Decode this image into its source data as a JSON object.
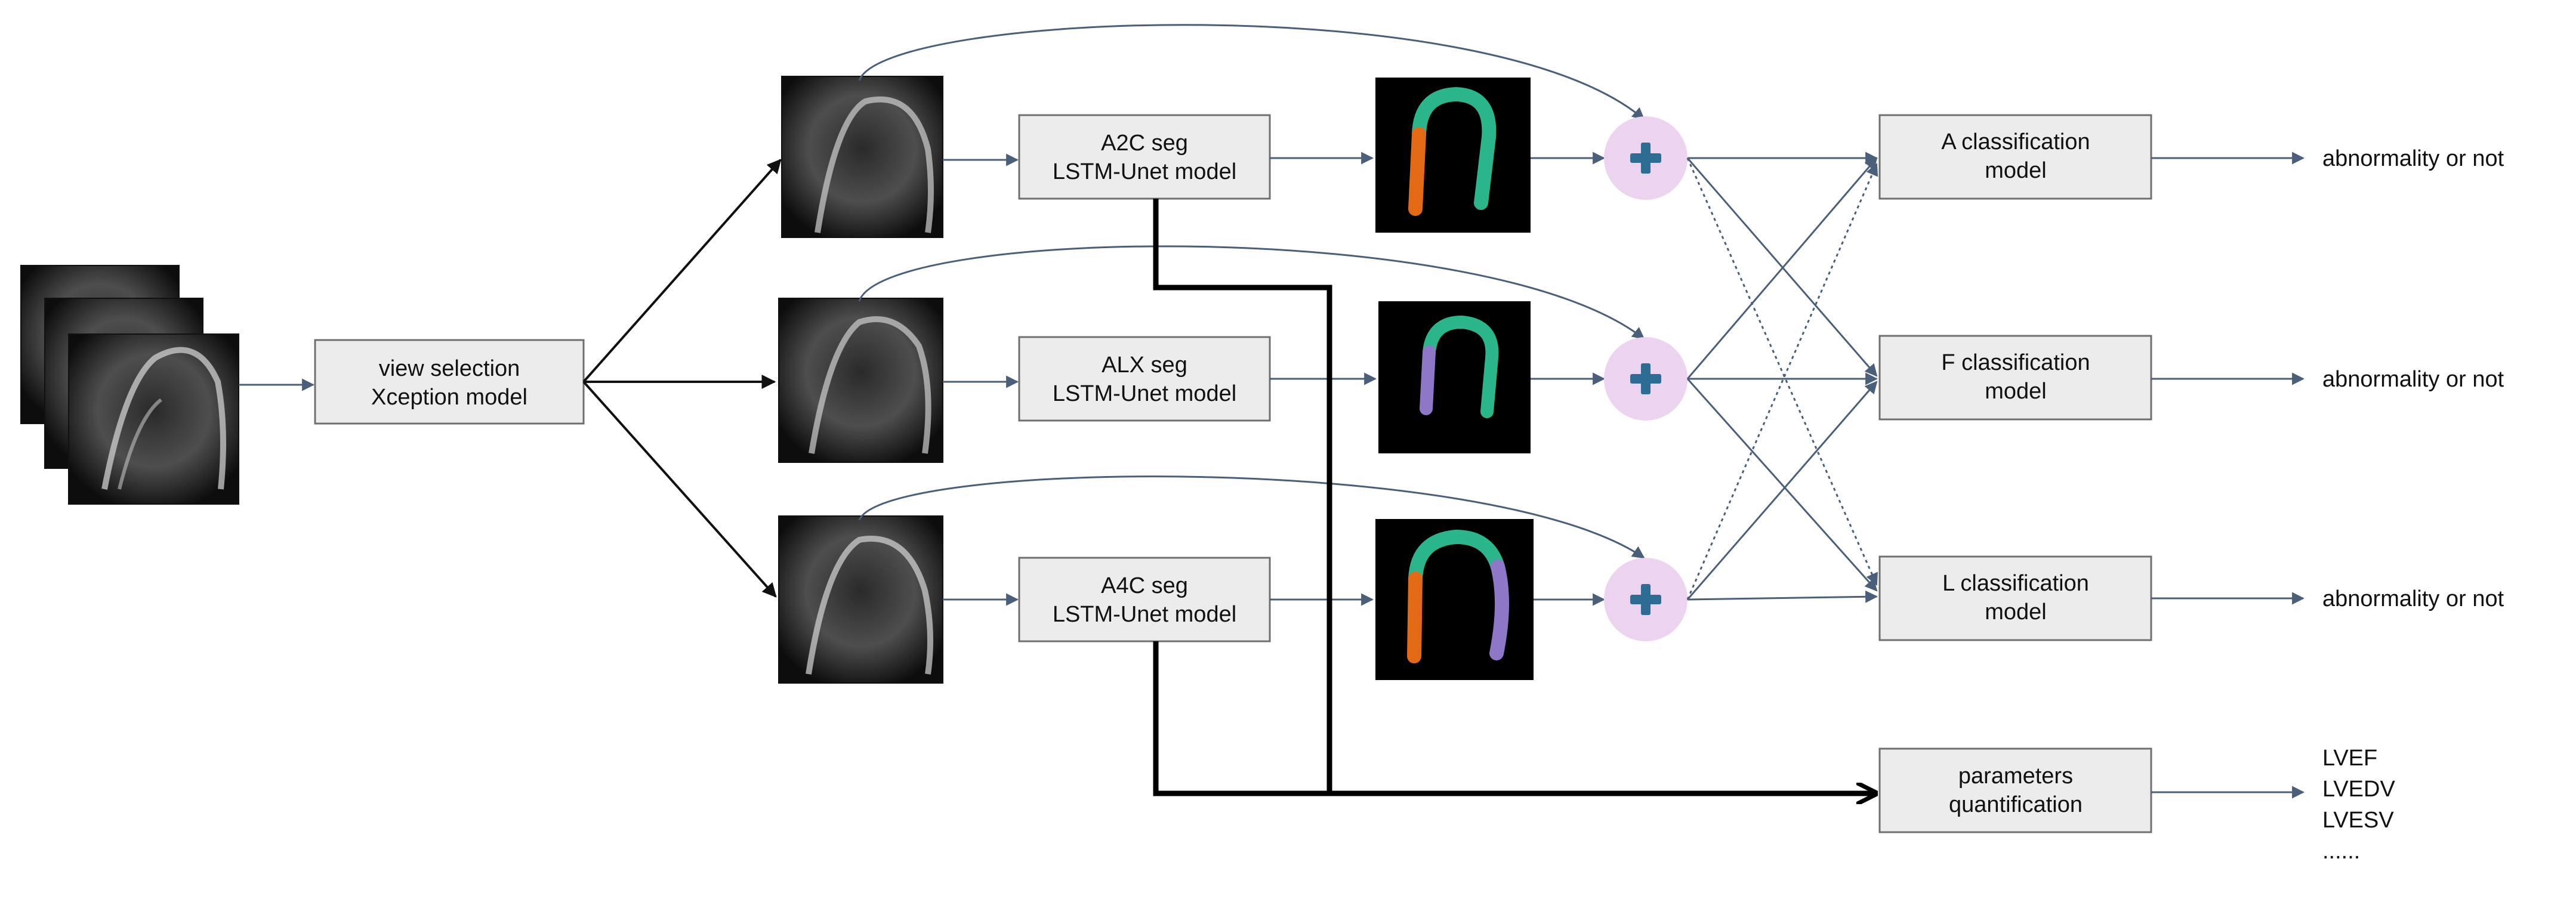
{
  "view_selection": {
    "line1": "view selection",
    "line2": "Xception model"
  },
  "seg_models": [
    {
      "line1": "A2C seg",
      "line2": "LSTM-Unet model"
    },
    {
      "line1": "ALX seg",
      "line2": "LSTM-Unet model"
    },
    {
      "line1": "A4C seg",
      "line2": "LSTM-Unet model"
    }
  ],
  "classifiers": [
    {
      "line1": "A classification",
      "line2": "model",
      "output": "abnormality or not"
    },
    {
      "line1": "F classification",
      "line2": "model",
      "output": "abnormality or not"
    },
    {
      "line1": "L classification",
      "line2": "model",
      "output": "abnormality or not"
    }
  ],
  "quantification": {
    "line1": "parameters",
    "line2": "quantification"
  },
  "parameters": [
    "LVEF",
    "LVEDV",
    "LVESV",
    "......"
  ],
  "colors": {
    "arrow": "#4a5f7a",
    "box_fill": "#ececec",
    "fusion_circle": "#ecd3ef",
    "plus": "#2d6d93",
    "seg_green": "#2bb58a",
    "seg_orange": "#e36a14",
    "seg_purple": "#8e77c6"
  }
}
